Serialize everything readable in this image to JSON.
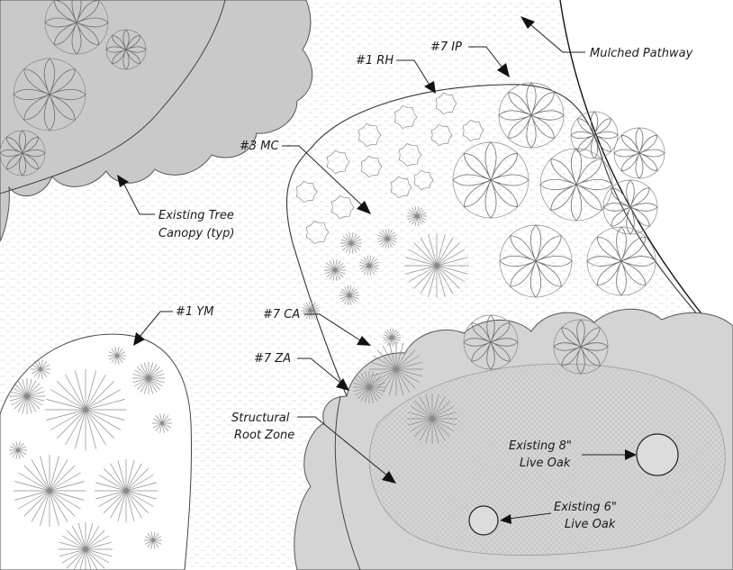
{
  "labels": {
    "mulched_pathway": "Mulched Pathway",
    "ip": "#7 IP",
    "rh": "#1 RH",
    "mc": "#3 MC",
    "canopy_line1": "Existing Tree",
    "canopy_line2": "Canopy (typ)",
    "ym": "#1 YM",
    "ca": "#7 CA",
    "za": "#7 ZA",
    "root_line1": "Structural",
    "root_line2": "Root Zone",
    "oak8_line1": "Existing 8\"",
    "oak8_line2": "Live Oak",
    "oak6_line1": "Existing 6\"",
    "oak6_line2": "Live Oak"
  },
  "colors": {
    "canopy_fill": "#c8c8c8",
    "root_zone_fill": "#d6d6d6",
    "hatch_line": "#cfcfcf",
    "bed_outline": "#333333",
    "label_text": "#1a1a1a"
  }
}
